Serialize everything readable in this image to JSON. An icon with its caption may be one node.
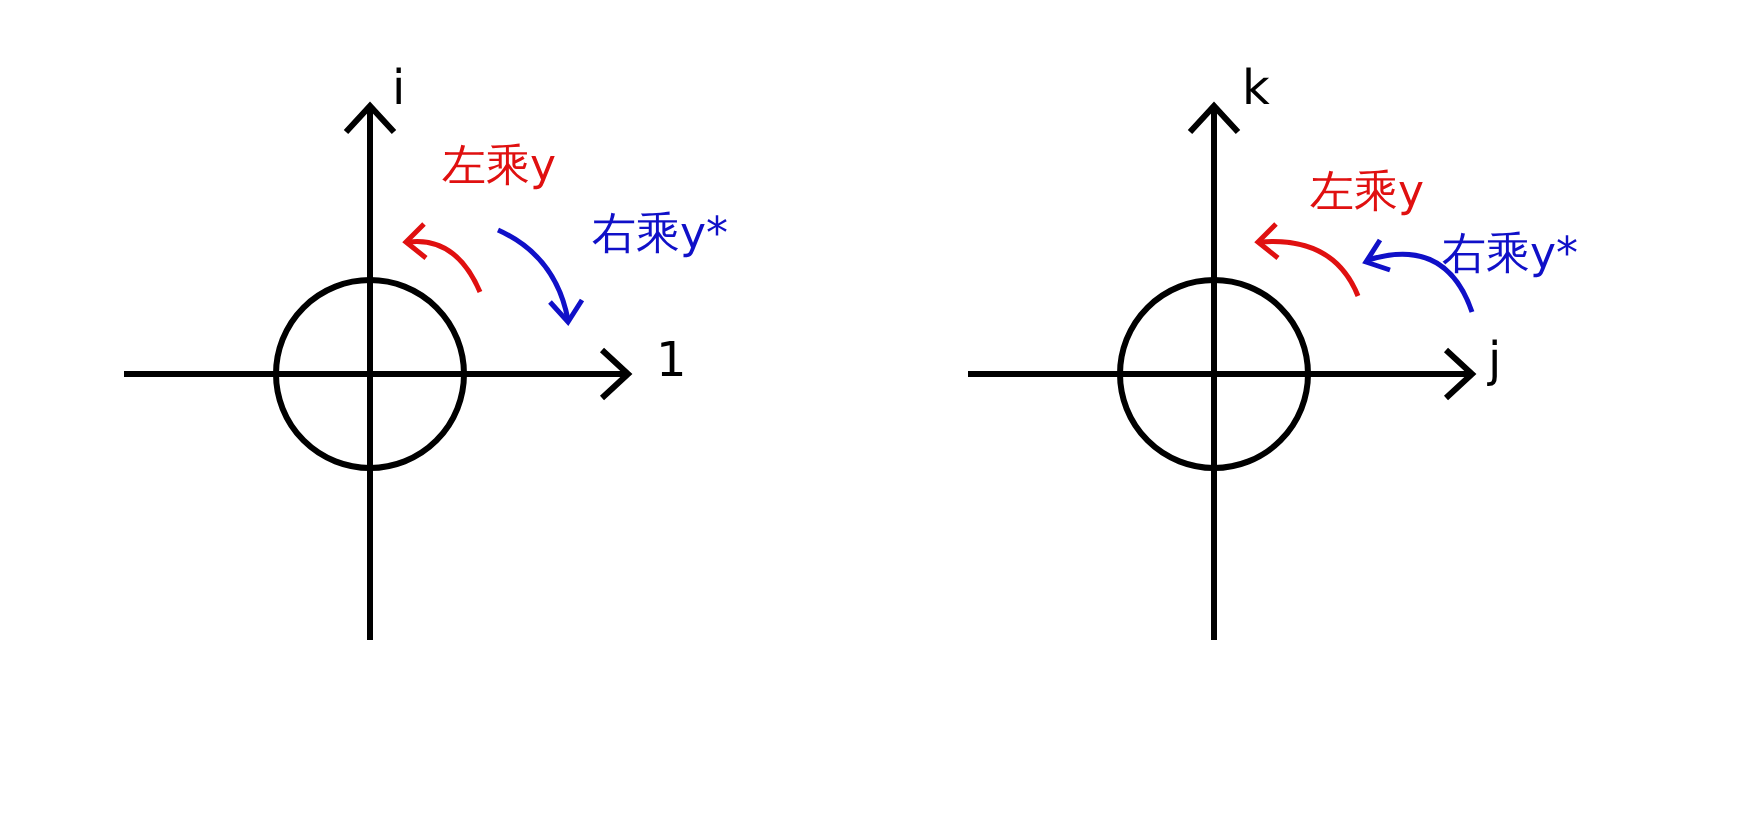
{
  "diagram": {
    "labels": [
      "i",
      "左乘y",
      "右乘y*",
      "1",
      "k",
      "左乘y",
      "右乘y*",
      "j"
    ]
  }
}
